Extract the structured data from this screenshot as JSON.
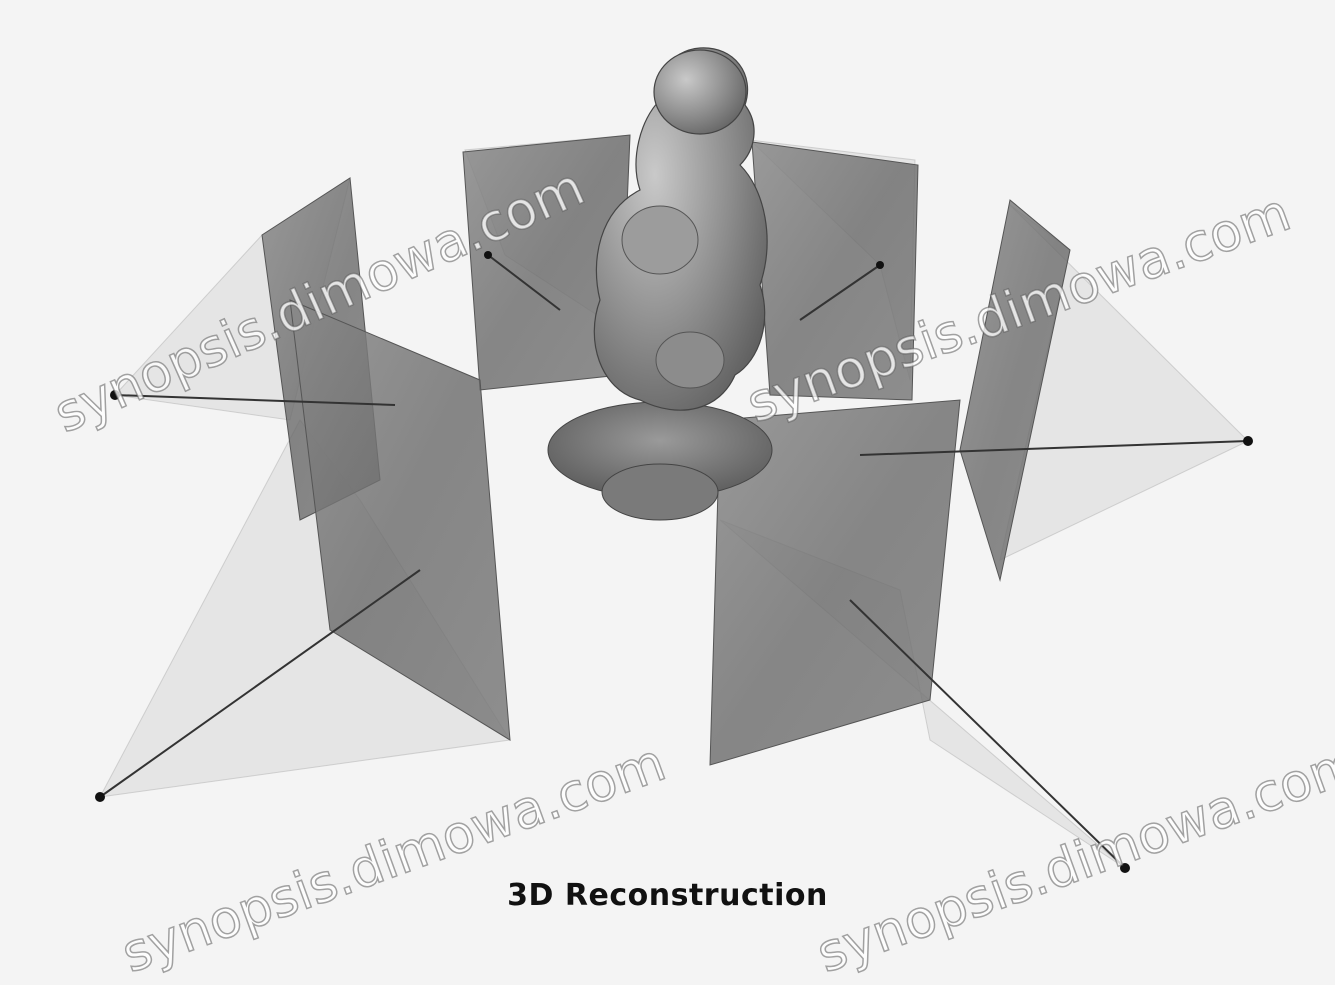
{
  "caption": "3D Reconstruction",
  "watermarks": [
    "synopsis.dimowa.com",
    "synopsis.dimowa.com",
    "synopsis.dimowa.com",
    "synopsis.dimowa.com"
  ],
  "colors": {
    "background": "#f4f4f4",
    "image_plane": "#6e6e6e",
    "model": "#8a8a8a",
    "camera_center": "#111111",
    "ray": "#333333"
  }
}
